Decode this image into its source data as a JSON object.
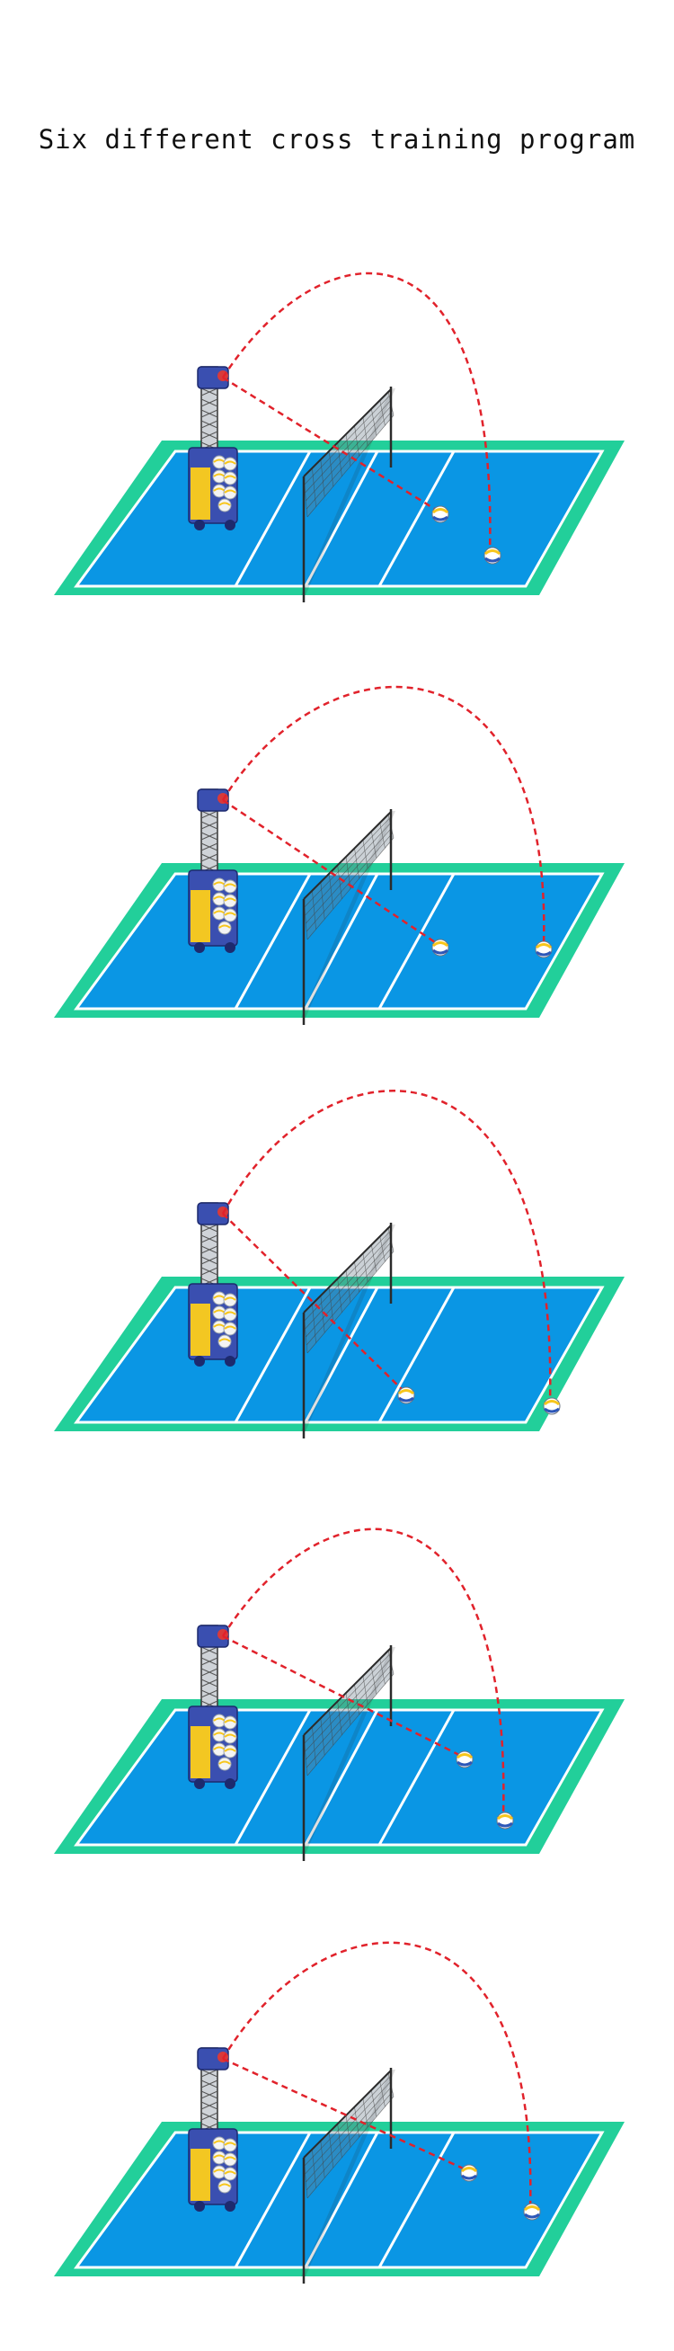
{
  "title": "Six different cross training program",
  "colors": {
    "outer_court": "#22cf9a",
    "inner_court": "#0a96e4",
    "court_line": "#ffffff",
    "net": "#2b2b2b",
    "trajectory": "#e1222b",
    "machine_frame": "#3a4fb0",
    "machine_body": "#f3c722",
    "ball_yellow": "#f7c61b",
    "ball_blue": "#2d57b8"
  },
  "icons": {
    "machine": "ball-machine-icon",
    "ball": "volleyball-icon",
    "net": "net-icon"
  },
  "panels": [
    {
      "id": "drill-1",
      "trajectories": 2,
      "landing_zones": [
        "front-right",
        "back-right-corner"
      ]
    },
    {
      "id": "drill-2",
      "trajectories": 2,
      "landing_zones": [
        "front-right",
        "back-right-deep"
      ]
    },
    {
      "id": "drill-3",
      "trajectories": 2,
      "landing_zones": [
        "front-center",
        "back-right-deep"
      ]
    },
    {
      "id": "drill-4",
      "trajectories": 2,
      "landing_zones": [
        "back-left",
        "back-right-corner"
      ]
    },
    {
      "id": "drill-5",
      "trajectories": 2,
      "landing_zones": [
        "back-left",
        "back-right-corner"
      ]
    }
  ]
}
